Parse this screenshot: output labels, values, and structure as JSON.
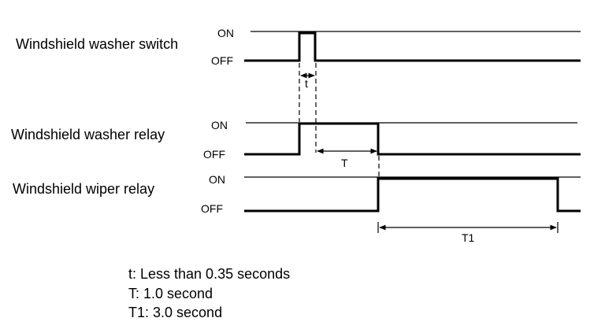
{
  "signals": {
    "washer_switch": {
      "name": "Windshield washer switch",
      "on": "ON",
      "off": "OFF"
    },
    "washer_relay": {
      "name": "Windshield washer relay",
      "on": "ON",
      "off": "OFF"
    },
    "wiper_relay": {
      "name": "Windshield wiper relay",
      "on": "ON",
      "off": "OFF"
    }
  },
  "dimensions": {
    "t": "t",
    "T": "T",
    "T1": "T1"
  },
  "notes": [
    "t: Less than 0.35 seconds",
    "T: 1.0 second",
    "T1: 3.0 second"
  ]
}
